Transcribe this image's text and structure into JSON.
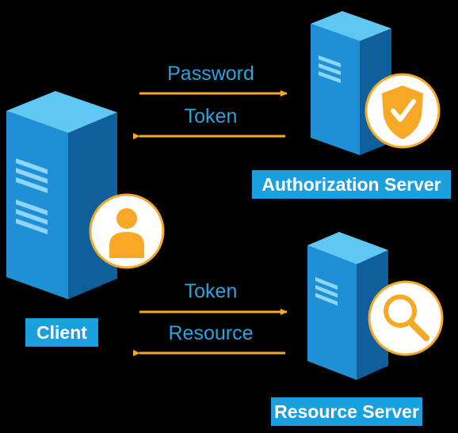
{
  "flows": {
    "top": {
      "request": "Password",
      "response": "Token"
    },
    "bottom": {
      "request": "Token",
      "response": "Resource"
    }
  },
  "nodes": {
    "client": "Client",
    "authorization_server": "Authorization Server",
    "resource_server": "Resource Server"
  },
  "badges": {
    "client": "user-icon",
    "authorization_server": "shield-check-icon",
    "resource_server": "magnifier-icon"
  },
  "colors": {
    "background": "#000000",
    "server_front": "#1f8fd6",
    "server_side": "#0e5f9c",
    "server_top": "#5fc7f2",
    "accent_orange": "#f7a824",
    "label_blue": "#2aa3de",
    "tag_blue": "#1aa0df"
  }
}
